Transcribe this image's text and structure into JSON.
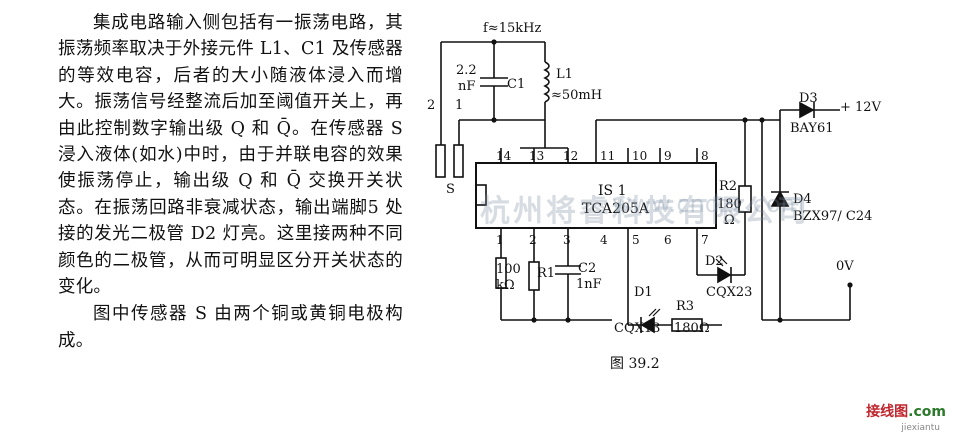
{
  "article": {
    "para1": "集成电路输入侧包括有一振荡电路，其振荡频率取决于外接元件 L1、C1 及传感器的等效电容，后者的大小随液体浸入而增大。振荡信号经整流后加至阈值开关上，再由此控制数字输出级 Q 和 Q̄。在传感器 S 浸入液体(如水)中时，由于并联电容的效果使振荡停止，输出级 Q 和 Q̄ 交换开关状态。在振荡回路非衰减状态，输出端脚5 处接的发光二极管 D2 灯亮。这里接两种不同颜色的二极管，从而可明显区分开关状态的变化。",
    "para2": "图中传感器 S 由两个铜或黄铜电极构成。"
  },
  "schematic": {
    "freq": "f≈15kHz",
    "c1_value": "2.2",
    "c1_unit": "nF",
    "c1_name": "C1",
    "l1_name": "L1",
    "l1_value": "≈50mH",
    "sensor_pin2": "2",
    "sensor_pin1": "1",
    "sensor_name": "S",
    "ic_name": "IS 1",
    "ic_part": "TCA205A",
    "pins_top": [
      "14",
      "13",
      "12",
      "11",
      "10",
      "9",
      "8"
    ],
    "pins_bottom": [
      "1",
      "2",
      "3",
      "4",
      "5",
      "6",
      "7"
    ],
    "r_100": "100",
    "r_100_unit": "kΩ",
    "r1_name": "R1",
    "c2_name": "C2",
    "c2_value": "1nF",
    "r2_name": "R2",
    "r2_value": "180",
    "r2_unit": "Ω",
    "d3_name": "D3",
    "d3_part": "BAY61",
    "vplus": "+ 12V",
    "d4_name": "D4",
    "d4_part": "BZX97/ C24",
    "zero_v": "0V",
    "d2_name": "D2",
    "d2_part": "CQX23",
    "d1_name": "D1",
    "d1_part": "CQX13",
    "r3_name": "R3",
    "r3_value": "180Ω",
    "fig_caption": "图 39.2"
  },
  "watermark": {
    "main": "杭州将睿科技有限公司",
    "site": "www.cndzz.com"
  },
  "branding": {
    "logo": "接线图",
    "domain": ".com",
    "sub": "jiexiantu"
  }
}
